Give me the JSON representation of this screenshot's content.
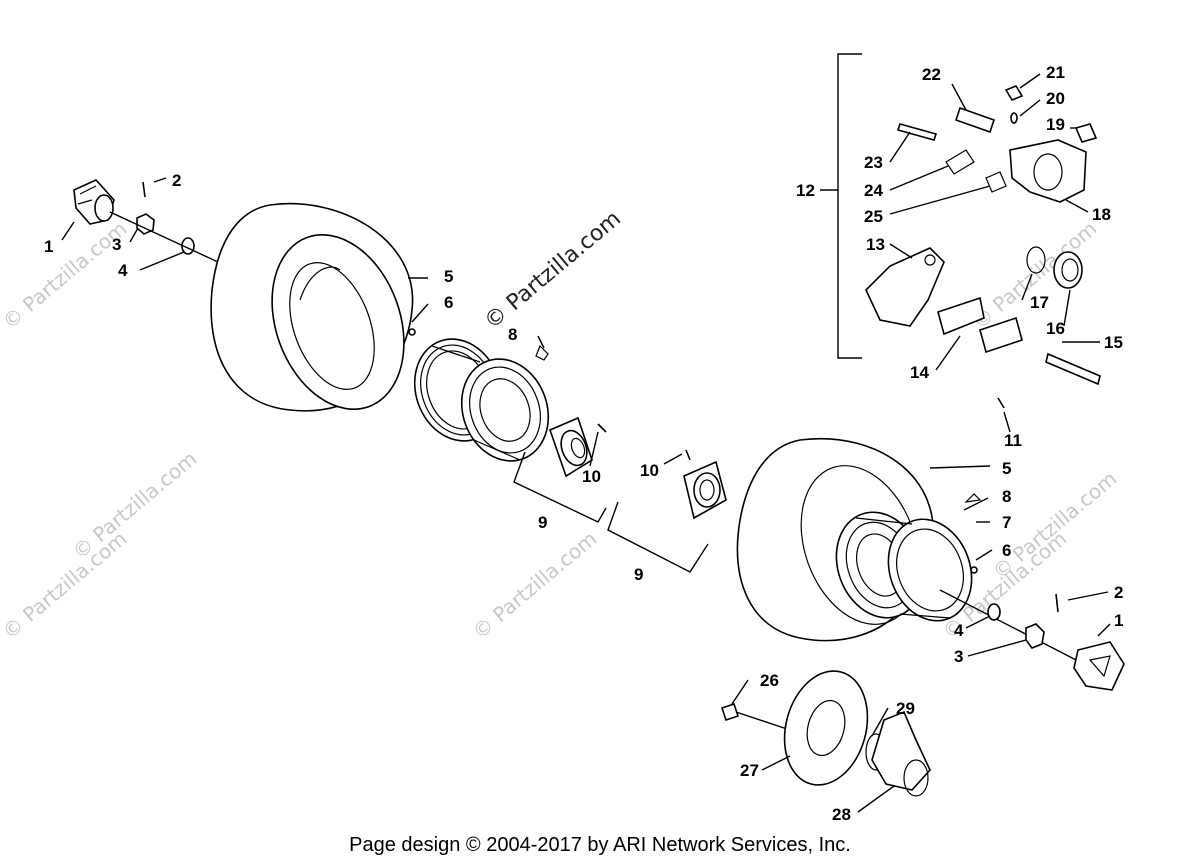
{
  "diagram": {
    "callouts": [
      {
        "id": "c1a",
        "text": "1"
      },
      {
        "id": "c2a",
        "text": "2"
      },
      {
        "id": "c3a",
        "text": "3"
      },
      {
        "id": "c4a",
        "text": "4"
      },
      {
        "id": "c5a",
        "text": "5"
      },
      {
        "id": "c6a",
        "text": "6"
      },
      {
        "id": "c8a",
        "text": "8"
      },
      {
        "id": "c9a",
        "text": "9"
      },
      {
        "id": "c10a",
        "text": "10"
      },
      {
        "id": "c10b",
        "text": "10"
      },
      {
        "id": "c9b",
        "text": "9"
      },
      {
        "id": "c11",
        "text": "11"
      },
      {
        "id": "c5b",
        "text": "5"
      },
      {
        "id": "c8b",
        "text": "8"
      },
      {
        "id": "c7",
        "text": "7"
      },
      {
        "id": "c6b",
        "text": "6"
      },
      {
        "id": "c2b",
        "text": "2"
      },
      {
        "id": "c1b",
        "text": "1"
      },
      {
        "id": "c4b",
        "text": "4"
      },
      {
        "id": "c3b",
        "text": "3"
      },
      {
        "id": "c12",
        "text": "12"
      },
      {
        "id": "c13",
        "text": "13"
      },
      {
        "id": "c14",
        "text": "14"
      },
      {
        "id": "c15",
        "text": "15"
      },
      {
        "id": "c16",
        "text": "16"
      },
      {
        "id": "c17",
        "text": "17"
      },
      {
        "id": "c18",
        "text": "18"
      },
      {
        "id": "c19",
        "text": "19"
      },
      {
        "id": "c20",
        "text": "20"
      },
      {
        "id": "c21",
        "text": "21"
      },
      {
        "id": "c22",
        "text": "22"
      },
      {
        "id": "c23",
        "text": "23"
      },
      {
        "id": "c24",
        "text": "24"
      },
      {
        "id": "c25",
        "text": "25"
      },
      {
        "id": "c26",
        "text": "26"
      },
      {
        "id": "c27",
        "text": "27"
      },
      {
        "id": "c28",
        "text": "28"
      },
      {
        "id": "c29",
        "text": "29"
      }
    ],
    "watermark_text": "© Partzilla.com",
    "watermark_main": "© Partzilla.com"
  },
  "footer": {
    "text": "Page design © 2004-2017 by ARI Network Services, Inc."
  }
}
